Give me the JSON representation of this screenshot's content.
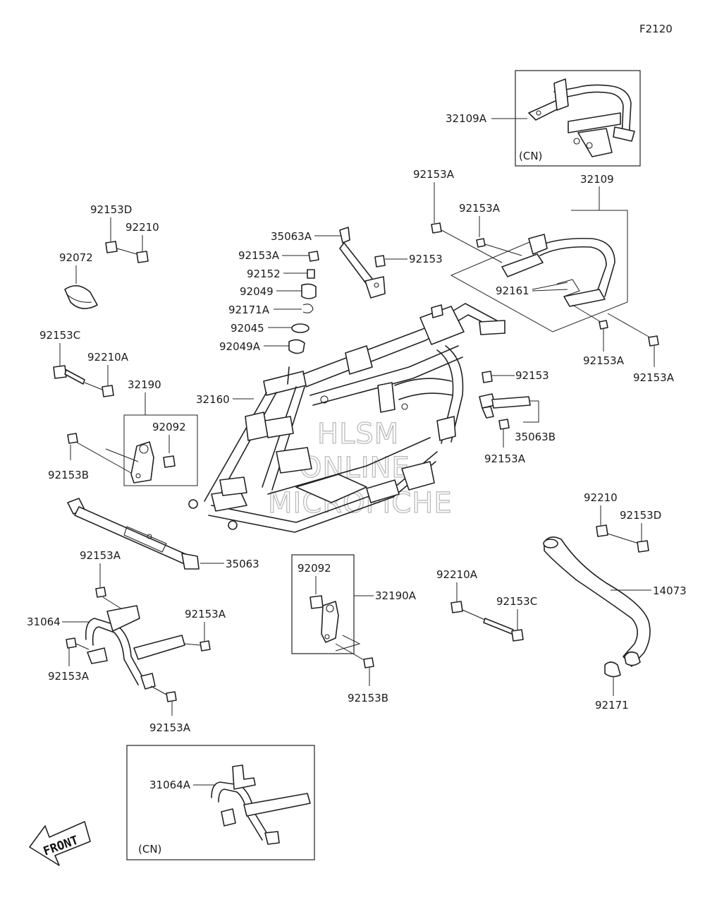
{
  "figure_code": "F2120",
  "watermark": [
    "HLSM",
    "ONLINE",
    "MICROFICHE"
  ],
  "front_label": "FRONT",
  "cn_note": "(CN)",
  "parts": {
    "p32109A": "32109A",
    "p32109": "32109",
    "p92153A_1": "92153A",
    "p92153A_2": "92153A",
    "p92161": "92161",
    "p92153A_3": "92153A",
    "p92153A_4": "92153A",
    "p92153D_1": "92153D",
    "p92210_1": "92210",
    "p92072": "92072",
    "p35063A": "35063A",
    "p92153A_5": "92153A",
    "p92153_1": "92153",
    "p92152": "92152",
    "p92049": "92049",
    "p92171A": "92171A",
    "p92045": "92045",
    "p92049A": "92049A",
    "p92153C_1": "92153C",
    "p92210A_1": "92210A",
    "p32190": "32190",
    "p92092_1": "92092",
    "p92153B_1": "92153B",
    "p32160": "32160",
    "p92153_2": "92153",
    "p35063B": "35063B",
    "p92153A_6": "92153A",
    "p35063": "35063",
    "p92210_2": "92210",
    "p92153D_2": "92153D",
    "p14073": "14073",
    "p92092_2": "92092",
    "p32190A": "32190A",
    "p92210A_2": "92210A",
    "p92153C_2": "92153C",
    "p92153A_7": "92153A",
    "p31064": "31064",
    "p92153A_8": "92153A",
    "p92153A_9": "92153A",
    "p92153A_10": "92153A",
    "p92153B_2": "92153B",
    "p92171": "92171",
    "p31064A": "31064A"
  }
}
